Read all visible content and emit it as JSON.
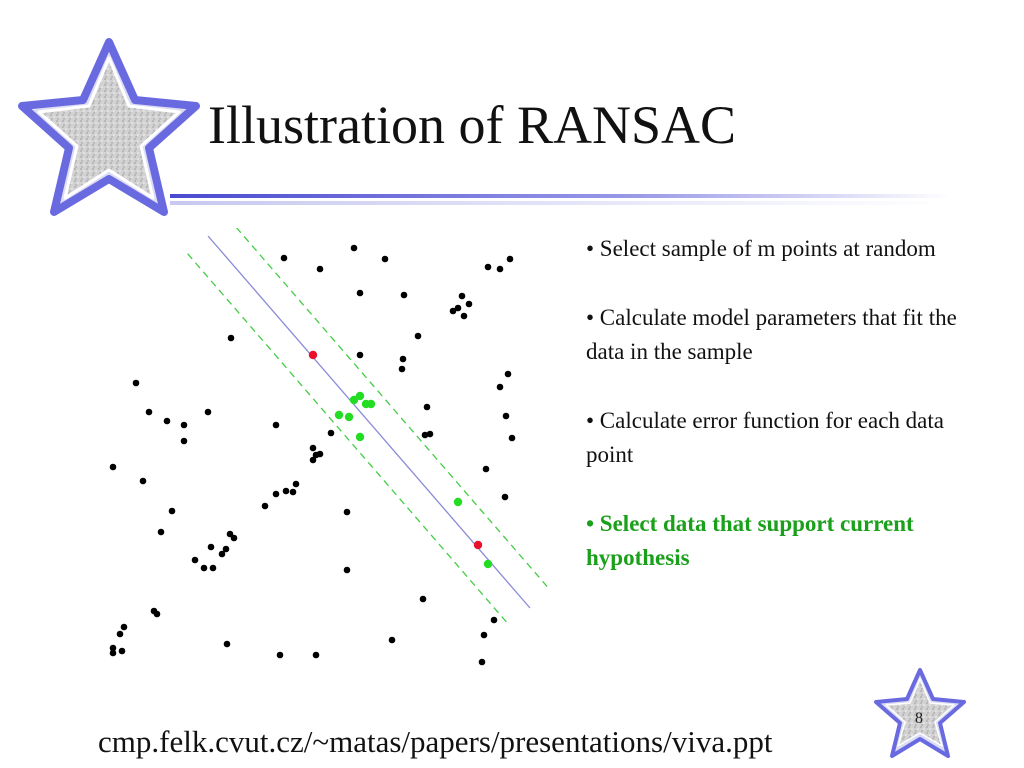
{
  "slide": {
    "title": "Illustration of RANSAC",
    "bullets": [
      {
        "text": "• Select sample of m points at random",
        "highlight": false
      },
      {
        "text": "• Calculate model parameters that fit the data in the sample",
        "highlight": false
      },
      {
        "text": "• Calculate error function for each data point",
        "highlight": false
      },
      {
        "text": "• Select data that support current hypothesis",
        "highlight": true
      }
    ],
    "footer_url": "cmp.felk.cvut.cz/~matas/papers/presentations/viva.ppt",
    "page_number": "8"
  },
  "colors": {
    "outlier": "#000000",
    "sample": "#e8102a",
    "inlier": "#22dd22",
    "model_line": "#8a8ad8",
    "threshold_line": "#44cc44",
    "highlight_text": "#1aa01a",
    "star_border": "#6a6ae0"
  },
  "chart_data": {
    "type": "scatter",
    "xlim": [
      0,
      470
    ],
    "ylim": [
      0,
      462
    ],
    "y_axis_inverted": true,
    "model_line": {
      "x": [
        128,
        450
      ],
      "y": [
        8,
        380
      ]
    },
    "threshold_offset": 27,
    "series": [
      {
        "role": "outlier",
        "points": [
          [
            204,
            30
          ],
          [
            240,
            41
          ],
          [
            274,
            20
          ],
          [
            305,
            31
          ],
          [
            408,
            39
          ],
          [
            420,
            41
          ],
          [
            430,
            31
          ],
          [
            280,
            65
          ],
          [
            324,
            67
          ],
          [
            382,
            68
          ],
          [
            378,
            80
          ],
          [
            389,
            76
          ],
          [
            373,
            83
          ],
          [
            384,
            88
          ],
          [
            338,
            108
          ],
          [
            151,
            110
          ],
          [
            280,
            127
          ],
          [
            323,
            131
          ],
          [
            322,
            141
          ],
          [
            56,
            155
          ],
          [
            428,
            146
          ],
          [
            420,
            159
          ],
          [
            69,
            184
          ],
          [
            87,
            193
          ],
          [
            104,
            197
          ],
          [
            128,
            184
          ],
          [
            196,
            197
          ],
          [
            347,
            179
          ],
          [
            426,
            188
          ],
          [
            251,
            205
          ],
          [
            350,
            206
          ],
          [
            345,
            207
          ],
          [
            104,
            213
          ],
          [
            432,
            210
          ],
          [
            233,
            220
          ],
          [
            236,
            227
          ],
          [
            233,
            232
          ],
          [
            240,
            226
          ],
          [
            33,
            239
          ],
          [
            406,
            241
          ],
          [
            63,
            253
          ],
          [
            216,
            256
          ],
          [
            213,
            264
          ],
          [
            206,
            263
          ],
          [
            196,
            266
          ],
          [
            185,
            278
          ],
          [
            267,
            284
          ],
          [
            425,
            269
          ],
          [
            92,
            283
          ],
          [
            81,
            304
          ],
          [
            150,
            306
          ],
          [
            154,
            310
          ],
          [
            146,
            321
          ],
          [
            131,
            319
          ],
          [
            142,
            326
          ],
          [
            115,
            332
          ],
          [
            124,
            340
          ],
          [
            133,
            340
          ],
          [
            267,
            342
          ],
          [
            343,
            371
          ],
          [
            74,
            383
          ],
          [
            77,
            386
          ],
          [
            44,
            399
          ],
          [
            40,
            406
          ],
          [
            414,
            392
          ],
          [
            404,
            407
          ],
          [
            147,
            416
          ],
          [
            312,
            412
          ],
          [
            33,
            420
          ],
          [
            42,
            423
          ],
          [
            33,
            425
          ],
          [
            200,
            427
          ],
          [
            236,
            427
          ],
          [
            402,
            434
          ]
        ]
      },
      {
        "role": "sample",
        "points": [
          [
            233,
            127
          ],
          [
            398,
            317
          ]
        ]
      },
      {
        "role": "inlier",
        "points": [
          [
            274,
            172
          ],
          [
            280,
            168
          ],
          [
            286,
            176
          ],
          [
            291,
            176
          ],
          [
            269,
            189
          ],
          [
            259,
            187
          ],
          [
            280,
            209
          ],
          [
            378,
            274
          ],
          [
            408,
            336
          ]
        ]
      }
    ]
  }
}
